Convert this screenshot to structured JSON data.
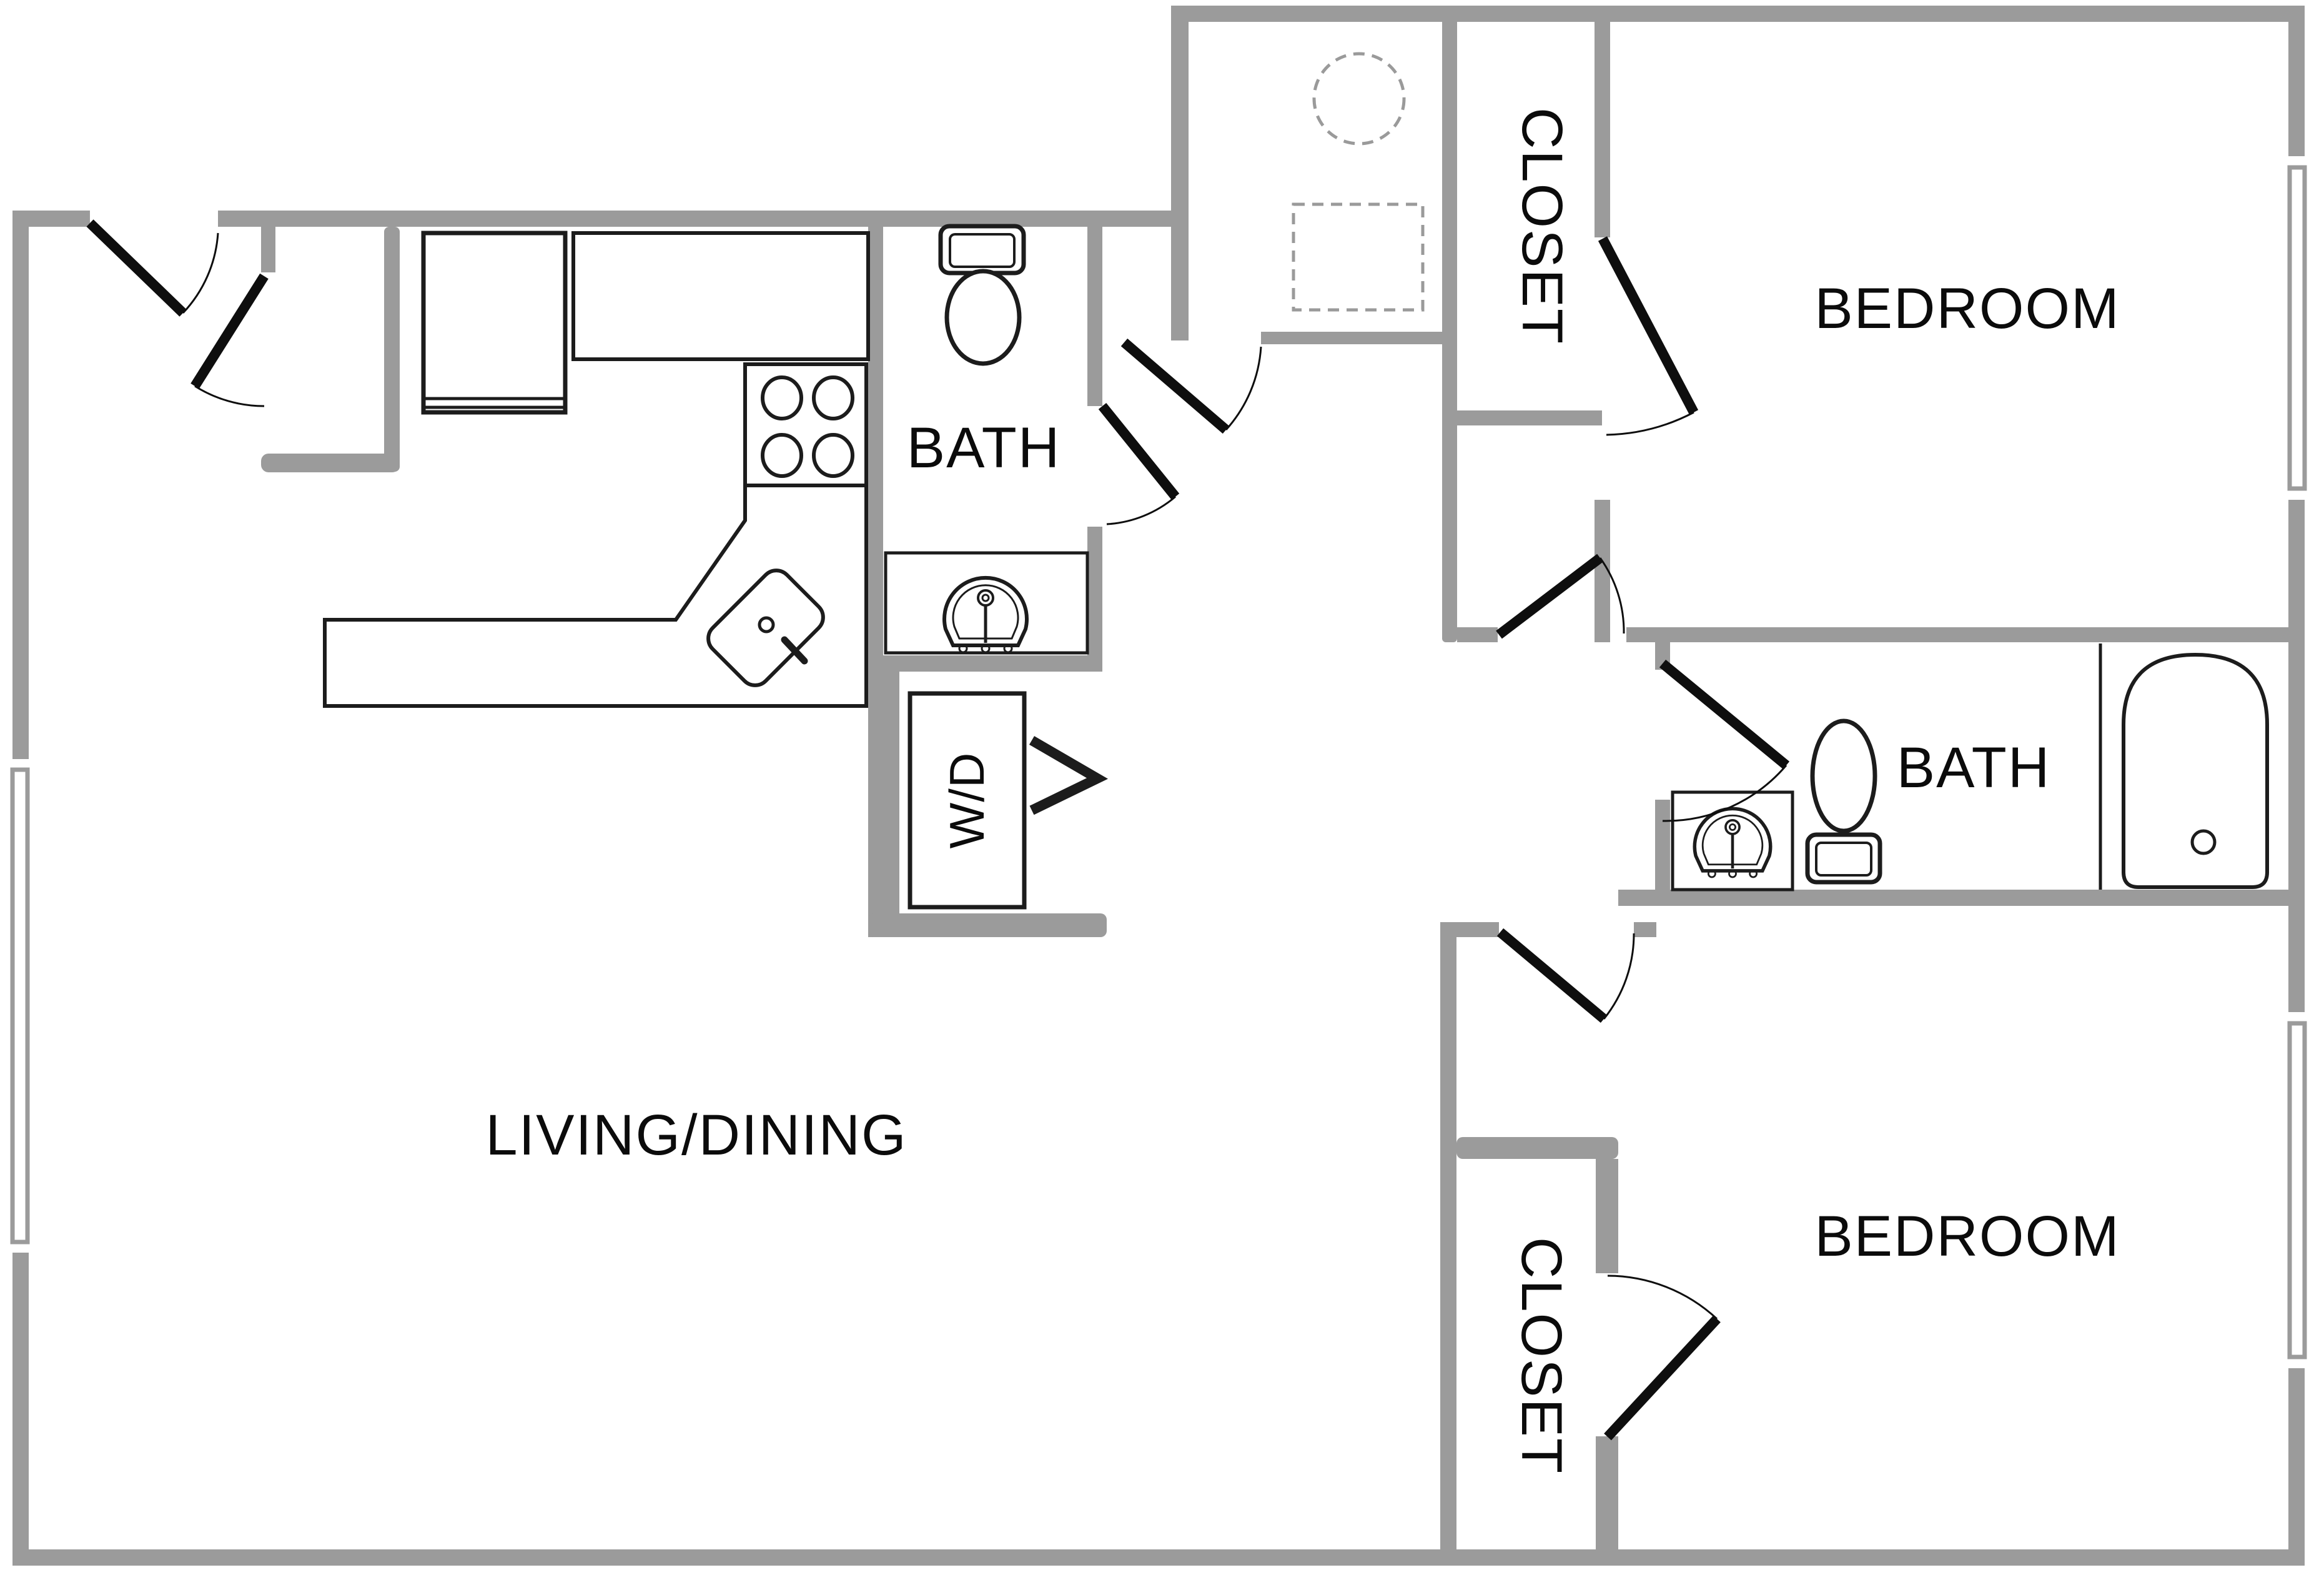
{
  "plan": {
    "type": "apartment-floor-plan",
    "colors": {
      "wall_gray": "#9b9b9b",
      "fixture_line": "#1c1c1c",
      "dashed_outline": "#9a9a9a",
      "background": "#ffffff"
    },
    "rooms": {
      "living_dining": {
        "label": "LIVING/DINING"
      },
      "bath_main": {
        "label": "BATH"
      },
      "bath_second": {
        "label": "BATH"
      },
      "bedroom_top": {
        "label": "BEDROOM"
      },
      "bedroom_bottom": {
        "label": "BEDROOM"
      },
      "closet_top": {
        "label": "CLOSET"
      },
      "closet_bottom": {
        "label": "CLOSET"
      },
      "laundry_closet": {
        "label": "W/D"
      }
    }
  }
}
